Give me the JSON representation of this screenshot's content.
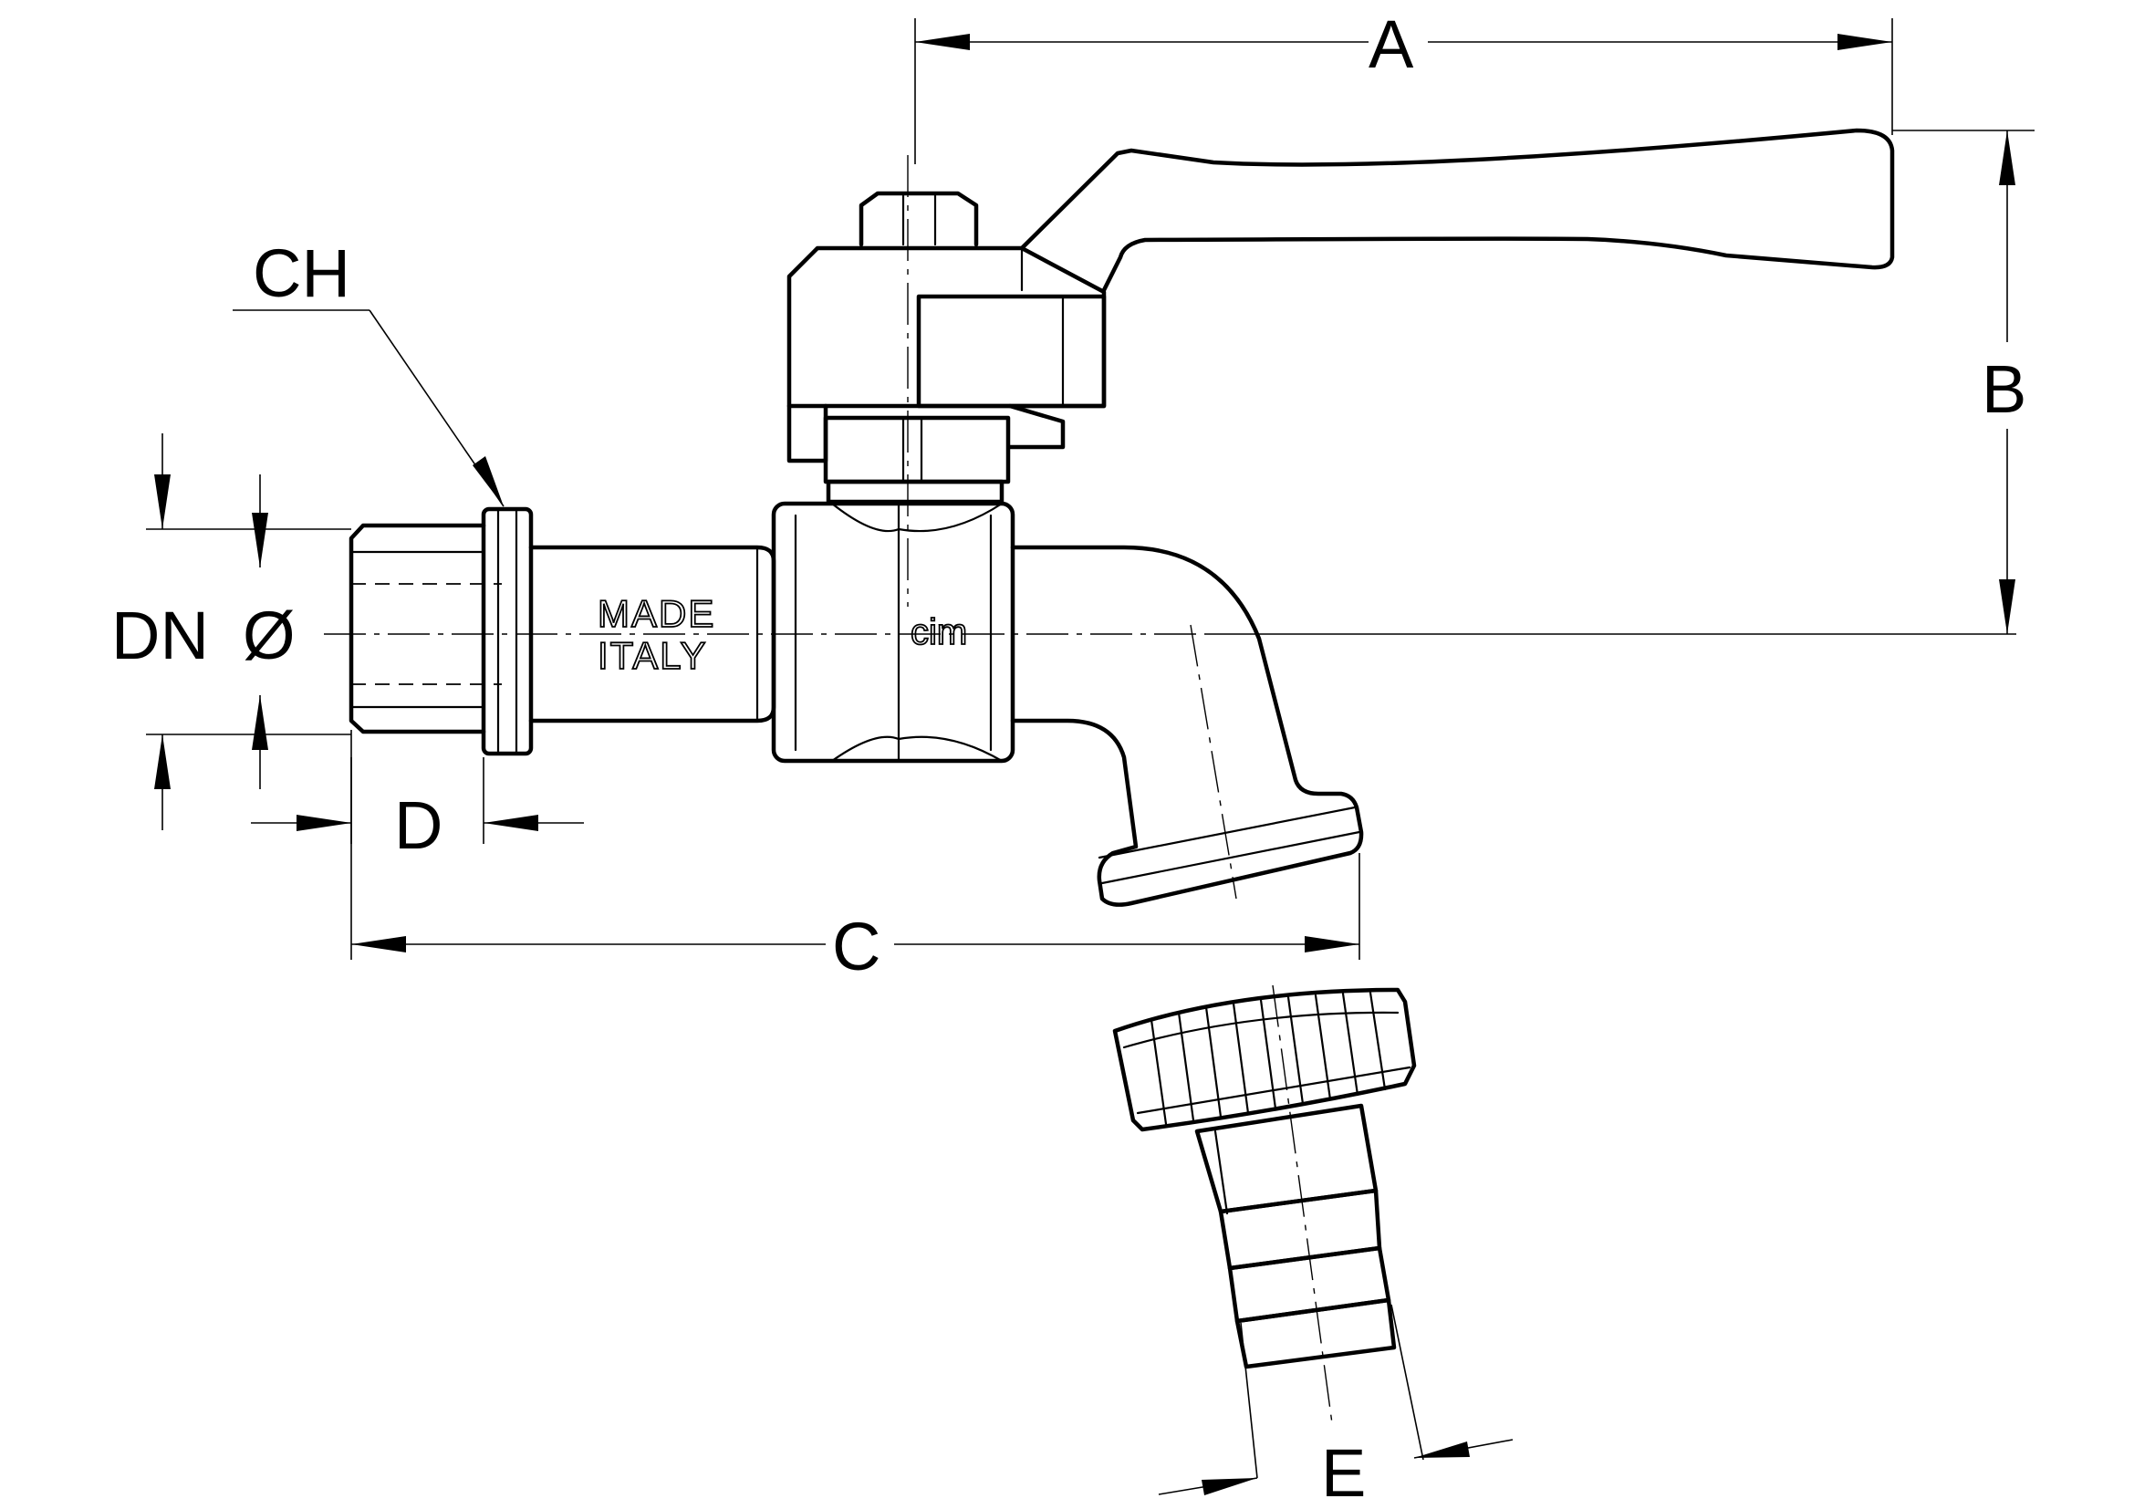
{
  "labels": {
    "a": "A",
    "b": "B",
    "c": "C",
    "d": "D",
    "e": "E",
    "ch": "CH",
    "dn": "DN",
    "diameter": "Ø"
  },
  "body_marking": {
    "line1": "MADE",
    "line2": "ITALY"
  },
  "logo_mark": "cim"
}
